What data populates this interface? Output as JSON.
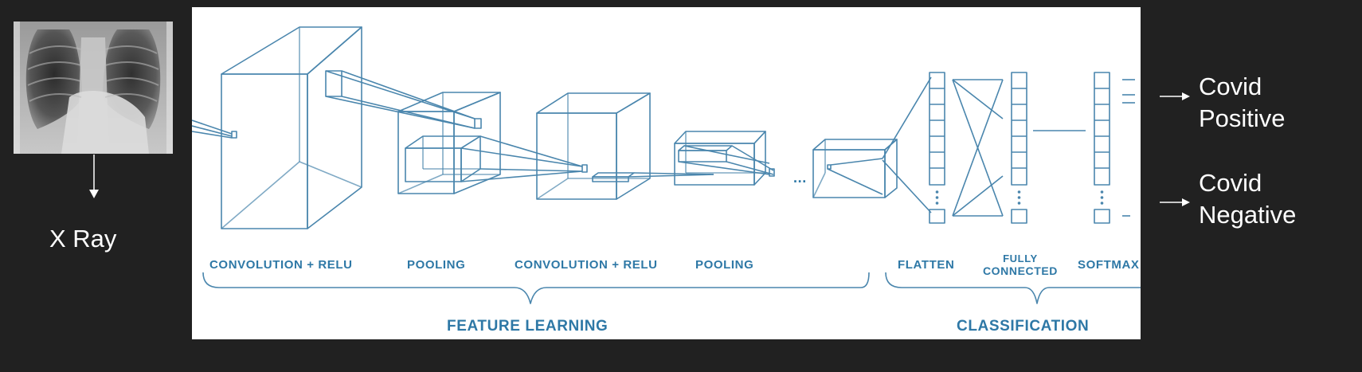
{
  "input": {
    "caption": "X Ray"
  },
  "diagram": {
    "stage_labels": {
      "conv1": "CONVOLUTION + RELU",
      "pool1": "POOLING",
      "conv2": "CONVOLUTION + RELU",
      "pool2": "POOLING",
      "flatten": "FLATTEN",
      "fully_connected_line1": "FULLY",
      "fully_connected_line2": "CONNECTED",
      "softmax": "SOFTMAX"
    },
    "groups": {
      "feature_learning": "FEATURE LEARNING",
      "classification": "CLASSIFICATION"
    },
    "ellipsis": "...",
    "line_color": "#4a86ad",
    "text_color": "#2e78a6"
  },
  "outputs": {
    "positive": {
      "line1": "Covid",
      "line2": "Positive"
    },
    "negative": {
      "line1": "Covid",
      "line2": "Negative"
    }
  },
  "colors": {
    "background": "#212121",
    "panel": "#ffffff",
    "text": "#ffffff"
  }
}
